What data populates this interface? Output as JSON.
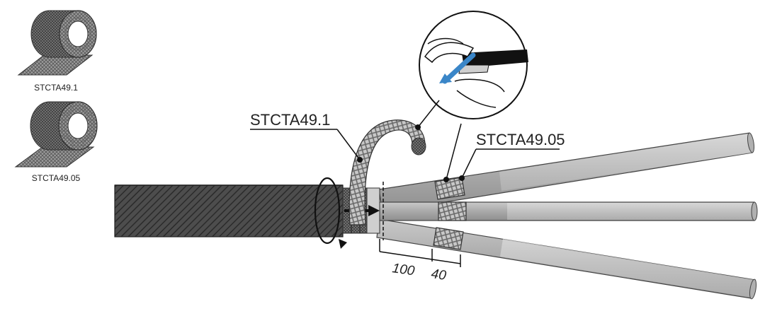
{
  "legend": {
    "roll_top_label": "STCTA49.1",
    "roll_bottom_label": "STCTA49.05"
  },
  "callouts": {
    "wide_tape_label": "STCTA49.1",
    "narrow_tape_label": "STCTA49.05"
  },
  "dimensions": {
    "first": "100",
    "second": "40"
  },
  "colors": {
    "cable_jacket": "#4a4a4a",
    "conductor": "#b3b3b3",
    "tape": "#9a9a9a",
    "arrow_blue": "#3a86c8",
    "outline": "#222222"
  }
}
